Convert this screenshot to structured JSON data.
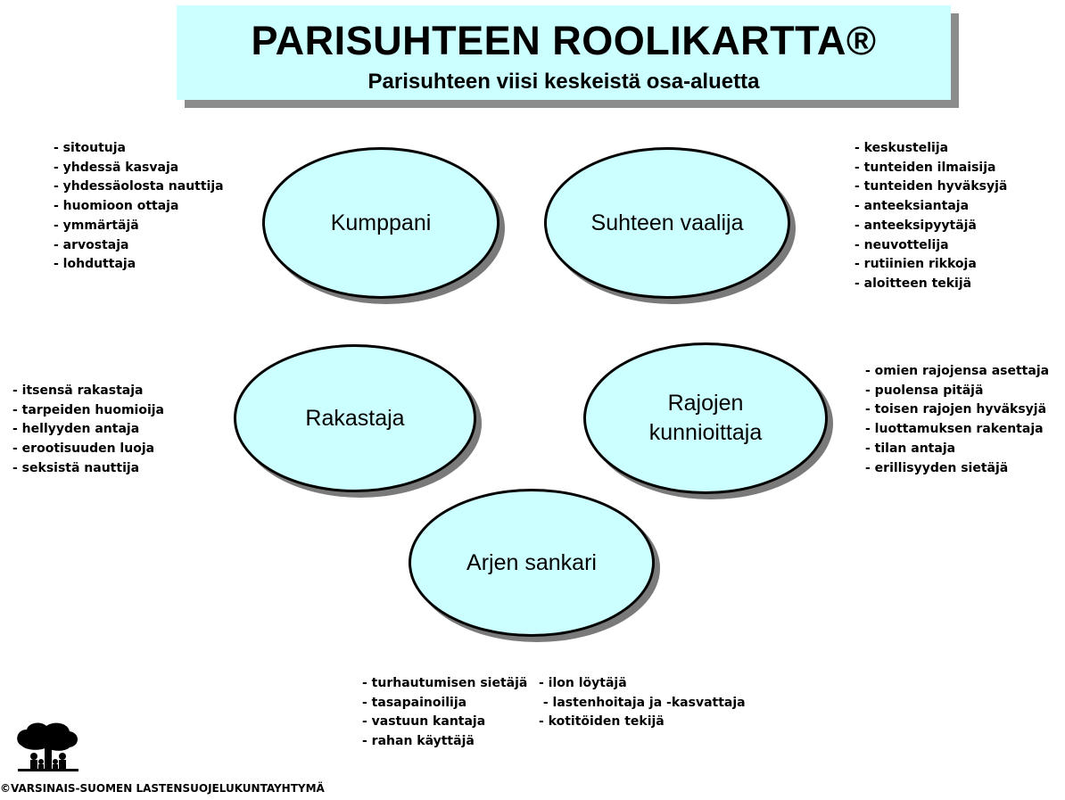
{
  "header": {
    "title": "PARISUHTEEN ROOLIKARTTA®",
    "subtitle": "Parisuhteen viisi keskeistä osa-aluetta"
  },
  "roles": [
    {
      "name": "Kumppani",
      "traits": [
        "- sitoutuja",
        "- yhdessä kasvaja",
        "- yhdessäolosta nauttija",
        "- huomioon ottaja",
        "- ymmärtäjä",
        "- arvostaja",
        "- lohduttaja"
      ]
    },
    {
      "name": "Suhteen vaalija",
      "traits": [
        "- keskustelija",
        "- tunteiden ilmaisija",
        "- tunteiden hyväksyjä",
        "- anteeksiantaja",
        "- anteeksipyytäjä",
        "- neuvottelija",
        "- rutiinien rikkoja",
        "- aloitteen tekijä"
      ]
    },
    {
      "name": "Rakastaja",
      "traits": [
        "- itsensä rakastaja",
        "- tarpeiden huomioija",
        "- hellyyden antaja",
        "- erootisuuden luoja",
        "- seksistä nauttija"
      ]
    },
    {
      "name_line1": "Rajojen",
      "name_line2": "kunnioittaja",
      "traits": [
        "- omien rajojensa asettaja",
        "- puolensa pitäjä",
        "- toisen rajojen hyväksyjä",
        "- luottamuksen rakentaja",
        "- tilan antaja",
        "- erillisyyden sietäjä"
      ]
    },
    {
      "name": "Arjen sankari",
      "traits_col1": [
        "- turhautumisen sietäjä",
        "- tasapainoilija",
        "- vastuun kantaja",
        "- rahan käyttäjä"
      ],
      "traits_col2": [
        "- ilon löytäjä",
        " - lastenhoitaja ja -kasvattaja",
        "- kotitöiden tekijä"
      ]
    }
  ],
  "logo_icon": "tree-family-logo-icon",
  "footer": "©VARSINAIS-SUOMEN LASTENSUOJELUKUNTAYHTYMÄ"
}
